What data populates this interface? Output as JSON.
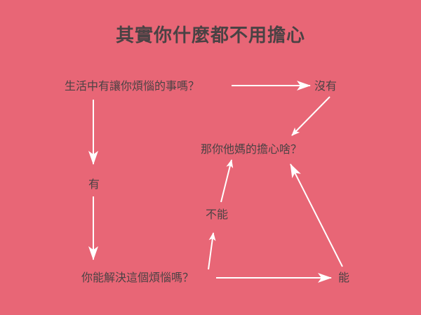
{
  "title": "其實你什麼都不用擔心",
  "nodes": {
    "start": "生活中有讓你煩惱的事嗎？",
    "no": "沒有",
    "worry": "那你他媽的擔心啥？",
    "yes": "有",
    "can_solve": "你能解決這個煩惱嗎？",
    "cannot": "不能",
    "can": "能"
  },
  "colors": {
    "background": "#e86676",
    "text": "#4a4244",
    "arrow": "#ffffff"
  }
}
